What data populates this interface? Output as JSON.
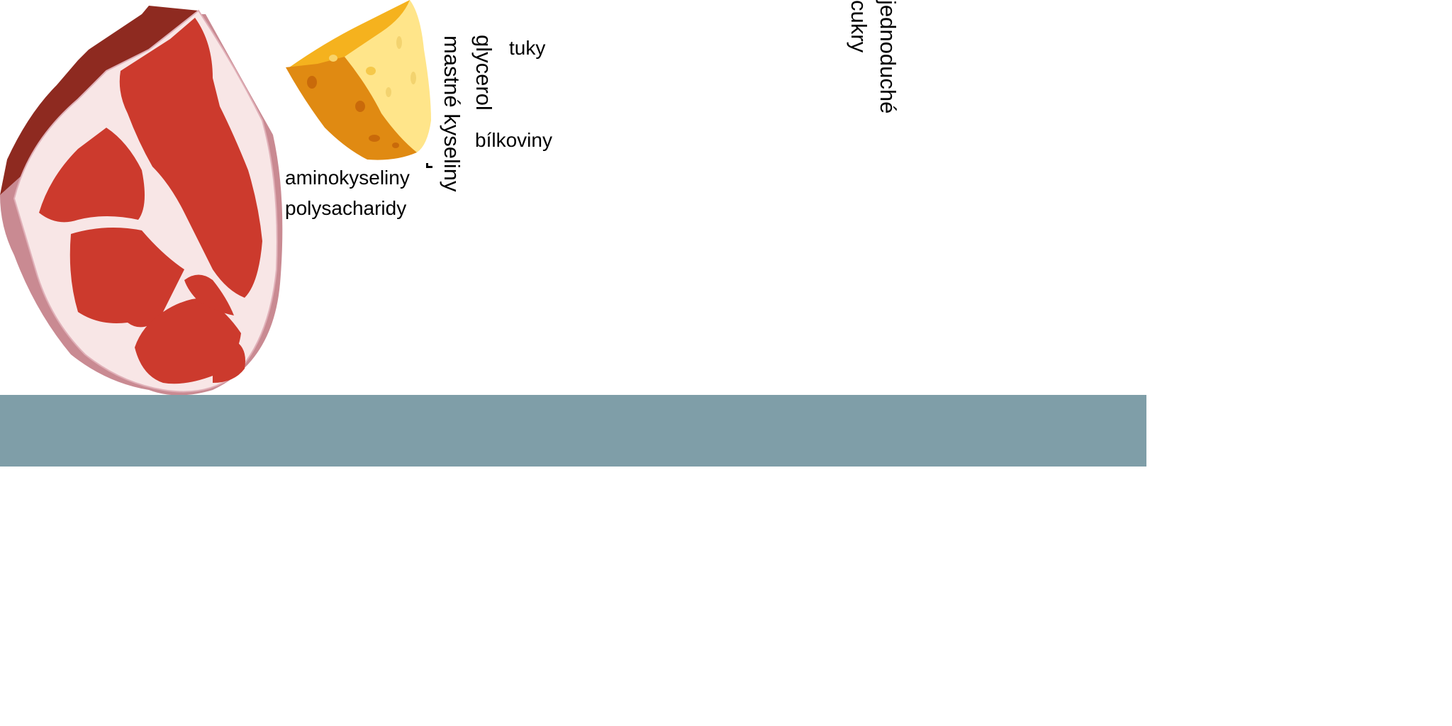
{
  "labels": {
    "fats": "tuky",
    "glycerol": "glycerol",
    "proteins": "bílkoviny",
    "fatty_acids": "mastné kyseliny",
    "amino_acids": "aminokyseliny",
    "polysaccharides": "polysacharidy",
    "simple_sugars_line1": "jednoduché",
    "simple_sugars_line2": "cukry"
  },
  "images": {
    "meat": "meat-steak-illustration",
    "cheese": "cheese-wedge-illustration"
  },
  "colors": {
    "bar": "#7f9ea8",
    "meat_red": "#cc3a2d",
    "meat_dark": "#8e2a20",
    "fat_pink": "#f6e4e4",
    "cheese_yellow": "#ffe58a",
    "cheese_orange": "#e08a12"
  }
}
